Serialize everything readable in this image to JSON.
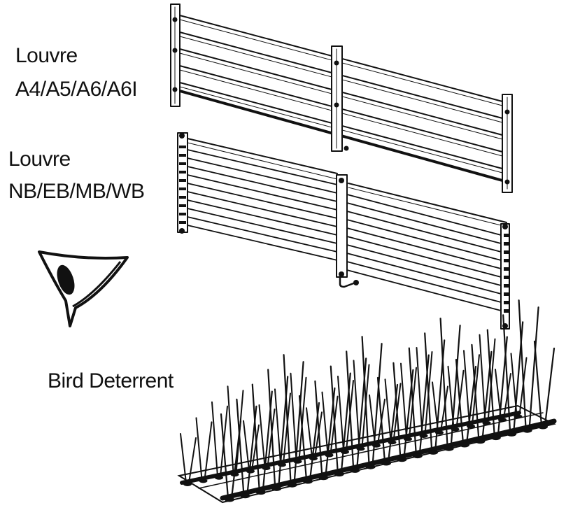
{
  "labels": {
    "louvre_a_line1": "Louvre",
    "louvre_a_line2": "A4/A5/A6/A6I",
    "louvre_n_line1": "Louvre",
    "louvre_n_line2": "NB/EB/MB/WB",
    "bird": "Bird Deterrent"
  },
  "colors": {
    "ink": "#111111",
    "paper": "#ffffff"
  },
  "icons": [
    "louvre-a-rack-illustration",
    "louvre-n-rack-illustration",
    "eye-logo-icon",
    "bird-spike-strip-illustration"
  ]
}
